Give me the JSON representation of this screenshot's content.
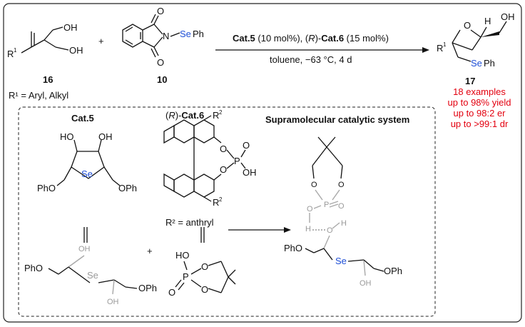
{
  "reaction": {
    "reagent_label": "16",
    "reagent2_label": "10",
    "product_label": "17",
    "plus": "+",
    "r_group_def": "R¹ = Aryl, Alkyl",
    "conditions_line1_part1": "Cat.5",
    "conditions_line1_part2": " (10 mol%), (",
    "conditions_line1_part3": "R",
    "conditions_line1_part4": ")-",
    "conditions_line1_part5": "Cat.6",
    "conditions_line1_part6": " (15 mol%)",
    "conditions_line2": "toluene, −63 °C, 4 d",
    "results": [
      "18 examples",
      "up to 98% yield",
      "up to 98:2 er",
      "up to >99:1 dr"
    ],
    "colors": {
      "accent_red": "#e3000f",
      "selenium_blue": "#1f4fd6",
      "ghost_gray": "#9a9a9a"
    }
  },
  "atoms": {
    "OH": "OH",
    "O": "O",
    "N": "N",
    "Se": "Se",
    "SePh": "SePh",
    "Ph": "Ph",
    "H": "H",
    "P": "P",
    "OPh": "OPh",
    "PhO": "PhO",
    "HO": "HO",
    "R": "R",
    "R1": "R",
    "sup1": "1",
    "sup2": "2"
  },
  "catalysts": {
    "cat5_label": "Cat.5",
    "cat6_prefix": "(",
    "cat6_R": "R",
    "cat6_mid": ")-",
    "cat6_label": "Cat.6",
    "r2_def": "R² = anthryl",
    "system_title": "Supramolecular catalytic system"
  }
}
